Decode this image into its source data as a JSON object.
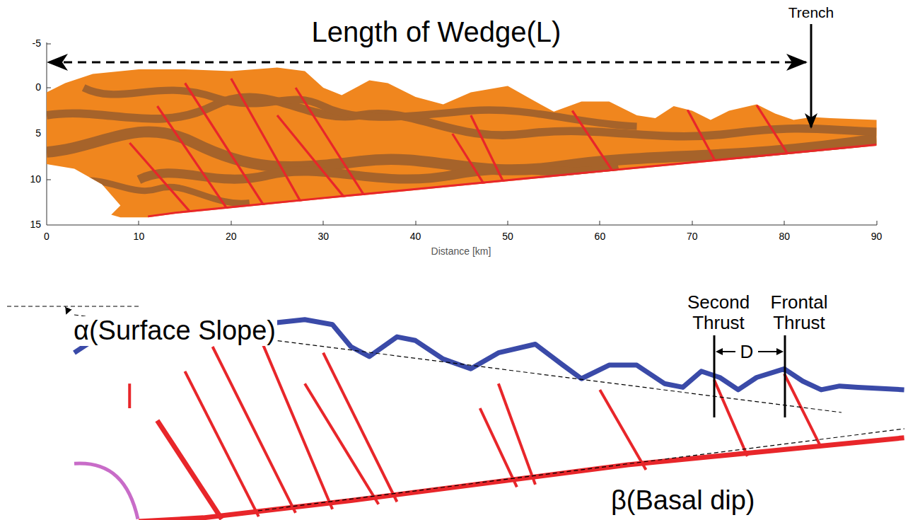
{
  "diagram": {
    "labels": [
      "Length of Wedge(L)",
      "Trench",
      "-5",
      "0",
      "5",
      "10",
      "15",
      "0",
      "10",
      "20",
      "30",
      "40",
      "50",
      "60",
      "70",
      "80",
      "90",
      "Distance [km]",
      "α(Surface Slope)",
      "Second Thrust",
      "Frontal Thrust",
      "D",
      "β(Basal dip)"
    ]
  }
}
